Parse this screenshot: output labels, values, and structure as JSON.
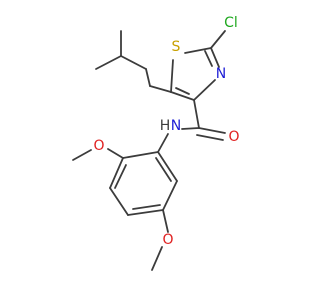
{
  "molecule": {
    "atom_labels": {
      "s": "S",
      "cl": "Cl",
      "n_ring": "N",
      "o_amide": "O",
      "n_amide": "N",
      "h_amide": "H",
      "o_ortho": "O",
      "o_para": "O"
    },
    "colors": {
      "bond": "#3c3c3c",
      "s": "#c8a000",
      "cl": "#1fa81f",
      "n": "#1c1cd6",
      "o": "#e02020",
      "h": "#3c3c3c"
    }
  }
}
